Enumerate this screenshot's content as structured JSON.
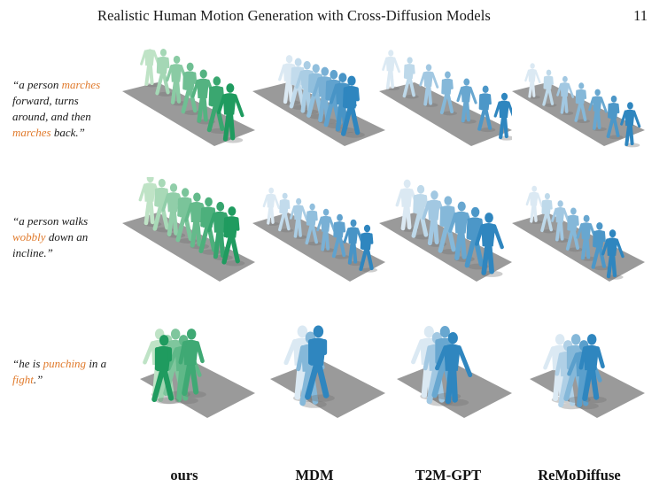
{
  "header": {
    "title": "Realistic Human Motion Generation with Cross-Diffusion Models",
    "page_number": "11"
  },
  "prompts": [
    {
      "segments": [
        "“a person ",
        "marches",
        " forward, turns around, and then ",
        "marches",
        " back.”"
      ]
    },
    {
      "segments": [
        "“a person walks ",
        "wobbly",
        " down an incline.”"
      ]
    },
    {
      "segments": [
        "“he is ",
        "punching",
        " in a ",
        "fight",
        ".”"
      ]
    }
  ],
  "columns": [
    "ours",
    "MDM",
    "T2M-GPT",
    "ReMoDiffuse"
  ],
  "colors": {
    "ours_light": "#bfe3c6",
    "ours_dark": "#1f9b5f",
    "baseline_light": "#dbe9f3",
    "baseline_dark": "#2f86bf",
    "ground": "#9a9a9a",
    "highlight": "#e07a2c"
  }
}
